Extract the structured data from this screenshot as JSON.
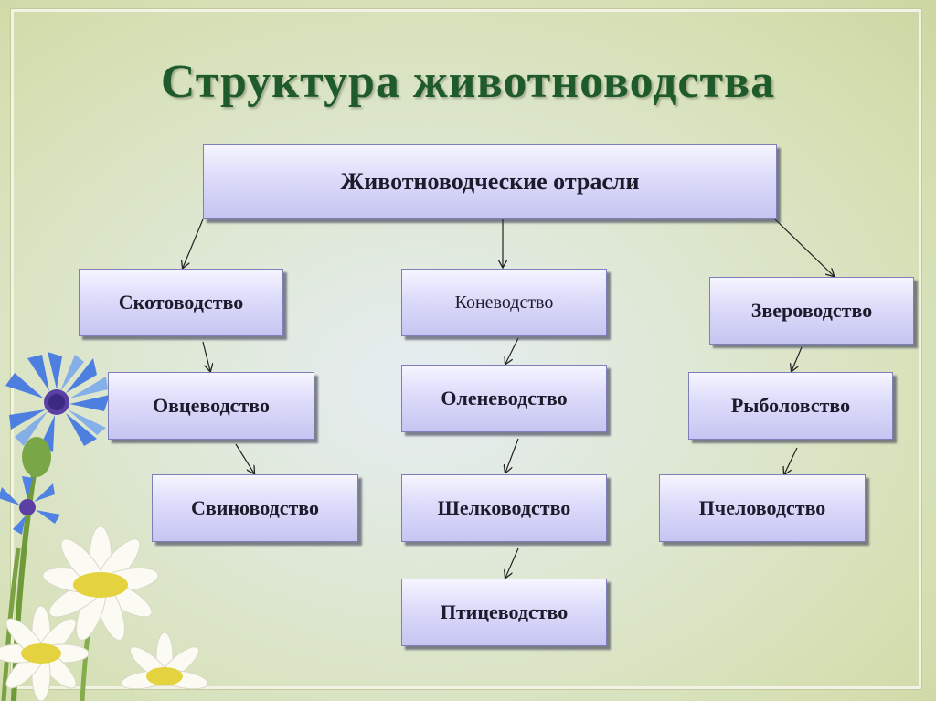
{
  "title": "Структура  животноводства",
  "root": "Животноводческие отрасли",
  "columns": [
    {
      "items": [
        "Скотоводство",
        "Овцеводство",
        "Свиноводство"
      ]
    },
    {
      "items": [
        "Коневодство",
        "Оленеводство",
        "Шелководство",
        "Птицеводство"
      ]
    },
    {
      "items": [
        "Звероводство",
        "Рыболовство",
        "Пчеловодство"
      ]
    }
  ],
  "colors": {
    "title": "#1f5a2a",
    "box_top": "#f6f5ff",
    "box_bottom": "#c6c5f2",
    "box_border": "#7d7fb8",
    "background": "#d6e0b4"
  },
  "decorations": [
    "cornflower-image",
    "chamomile-image"
  ]
}
